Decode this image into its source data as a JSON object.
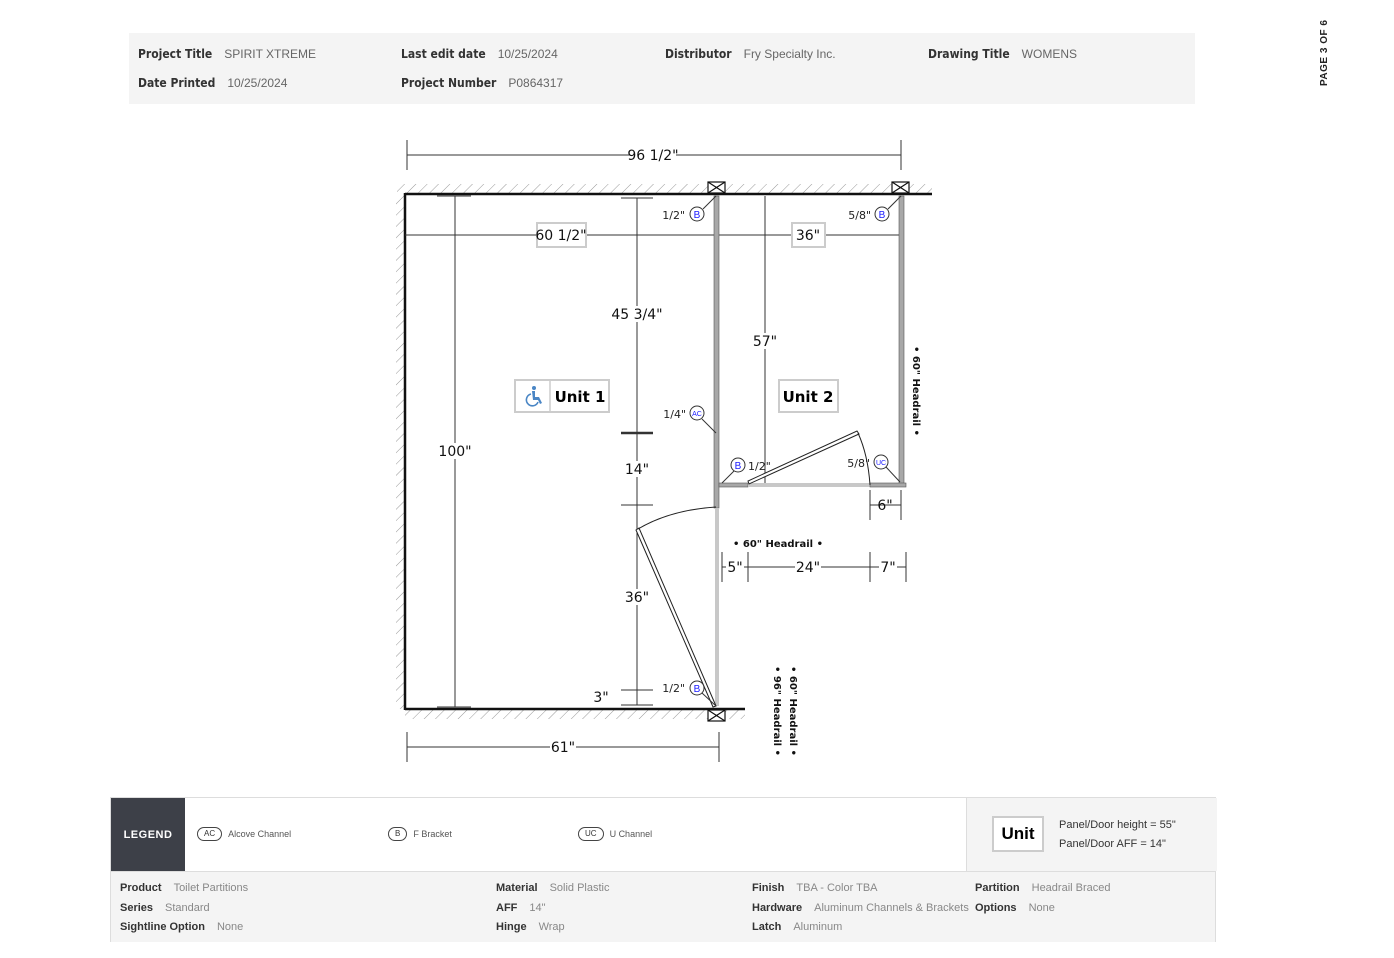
{
  "header": {
    "project_title_label": "Project Title",
    "project_title": "SPIRIT XTREME",
    "last_edit_label": "Last edit date",
    "last_edit": "10/25/2024",
    "distributor_label": "Distributor",
    "distributor": "Fry Specialty Inc.",
    "drawing_title_label": "Drawing Title",
    "drawing_title": "WOMENS",
    "date_printed_label": "Date Printed",
    "date_printed": "10/25/2024",
    "project_number_label": "Project Number",
    "project_number": "P0864317"
  },
  "page_label": "PAGE 3 OF 6",
  "drawing": {
    "dims": {
      "overall_width": "96 1/2\"",
      "unit1_width": "60 1/2\"",
      "unit2_width": "36\"",
      "depth_100": "100\"",
      "d45": "45 3/4\"",
      "d14": "14\"",
      "d36": "36\"",
      "d3": "3\"",
      "d57": "57\"",
      "d6": "6\"",
      "d5": "5\"",
      "d24": "24\"",
      "d7": "7\"",
      "d61": "61\""
    },
    "callouts": [
      {
        "size": "1/2\"",
        "code": "B"
      },
      {
        "size": "5/8\"",
        "code": "B"
      },
      {
        "size": "1/4\"",
        "code": "AC"
      },
      {
        "size": "1/2\"",
        "code": "B"
      },
      {
        "size": "5/8\"",
        "code": "UC"
      },
      {
        "size": "1/2\"",
        "code": "B"
      }
    ],
    "units": [
      "Unit 1",
      "Unit 2"
    ],
    "headrails": {
      "right": "• 60\" Headrail •",
      "front": "• 60\" Headrail •",
      "v96": "• 96\" Headrail •",
      "v60": "• 60\" Headrail •"
    }
  },
  "legend": {
    "title": "LEGEND",
    "items": [
      {
        "code": "AC",
        "label": "Alcove Channel"
      },
      {
        "code": "B",
        "label": "F Bracket"
      },
      {
        "code": "UC",
        "label": "U Channel"
      }
    ],
    "unit_label": "Unit",
    "panel_height": "Panel/Door height = 55\"",
    "panel_aff": "Panel/Door AFF = 14\""
  },
  "specs": [
    {
      "label": "Product",
      "value": "Toilet Partitions"
    },
    {
      "label": "Series",
      "value": "Standard"
    },
    {
      "label": "Sightline Option",
      "value": "None"
    },
    {
      "label": "Material",
      "value": "Solid Plastic"
    },
    {
      "label": "AFF",
      "value": "14\""
    },
    {
      "label": "Hinge",
      "value": "Wrap"
    },
    {
      "label": "Finish",
      "value": "TBA - Color TBA"
    },
    {
      "label": "Hardware",
      "value": "Aluminum Channels & Brackets"
    },
    {
      "label": "Latch",
      "value": "Aluminum"
    },
    {
      "label": "Partition",
      "value": "Headrail Braced"
    },
    {
      "label": "Options",
      "value": "None"
    }
  ],
  "colors": {
    "accent": "#1a1aff",
    "panel": "#a8a8a8",
    "legend_dark": "#3d4048"
  }
}
